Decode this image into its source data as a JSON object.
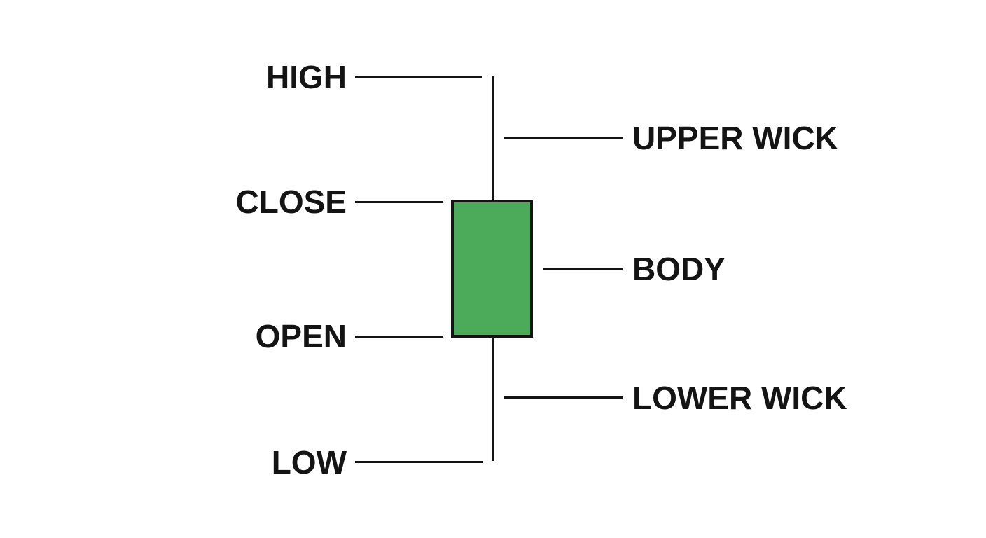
{
  "diagram": {
    "subject": "candlestick-anatomy"
  },
  "labels": {
    "high": "HIGH",
    "close": "CLOSE",
    "open": "OPEN",
    "low": "LOW",
    "upper_wick": "UPPER WICK",
    "body": "BODY",
    "lower_wick": "LOWER WICK"
  },
  "colors": {
    "background": "#ffffff",
    "candle_body_fill": "#4cab5a",
    "candle_outline": "#141414",
    "connector_line": "#141414",
    "label_text": "#141414"
  }
}
